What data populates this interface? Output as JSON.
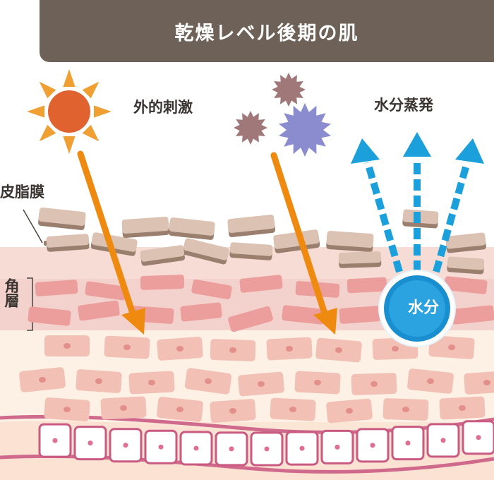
{
  "title": "乾燥レベル後期の肌",
  "labels": {
    "external_stimulus": "外的刺激",
    "water_evaporation": "水分蒸発",
    "sebum_membrane": "皮脂膜",
    "horny_layer": "角層",
    "water": "水分"
  },
  "colors": {
    "title_bar": "#6e6258",
    "stimulus_arrow": "#ef8a10",
    "evaporation_arrow": "#1ba0dc",
    "sun": "#e0622e",
    "horny_cell": "#e99a98",
    "basal_cell_border": "#c95a82",
    "flake": "#dcc2b2"
  },
  "icons": [
    "sun-icon",
    "particle-icon",
    "water-droplet-icon"
  ]
}
